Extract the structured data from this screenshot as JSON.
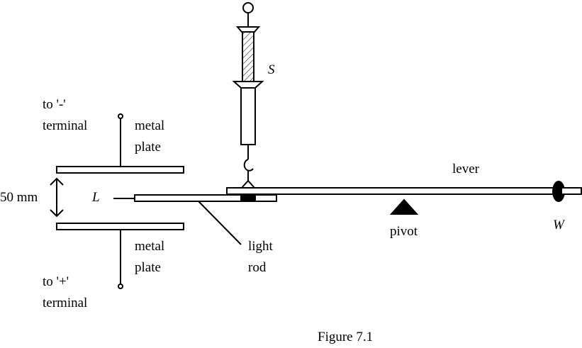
{
  "labels": {
    "to_minus_line1": "to '-'",
    "to_minus_line2": "terminal",
    "metal_plate_top_1": "metal",
    "metal_plate_top_2": "plate",
    "metal_plate_bottom_1": "metal",
    "metal_plate_bottom_2": "plate",
    "to_plus_line1": "to '+'",
    "to_plus_line2": "terminal",
    "gap": "50 mm",
    "L": "L",
    "S": "S",
    "lever": "lever",
    "pivot": "pivot",
    "W": "W",
    "light_rod_1": "light",
    "light_rod_2": "rod",
    "caption": "Figure 7.1"
  },
  "colors": {
    "stroke": "#000000",
    "background": "#ffffff"
  }
}
